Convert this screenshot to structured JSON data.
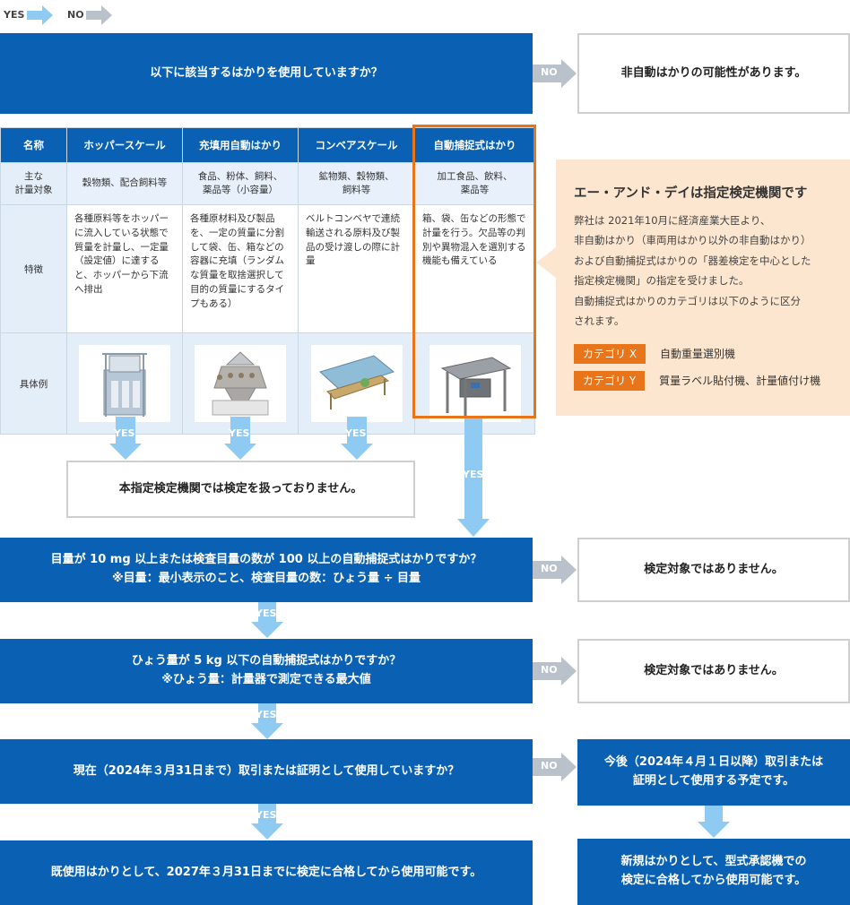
{
  "legend": {
    "yes": "YES",
    "no": "NO"
  },
  "colors": {
    "primary_blue": "#0a61b3",
    "light_blue": "#8fcaf3",
    "gray_arrow": "#b9c2cb",
    "orange": "#e8751a",
    "peach": "#fde6cf"
  },
  "q1": {
    "text": "以下に該当するはかりを使用していますか？",
    "no_label": "NO",
    "no_result": "非自動はかりの可能性があります。"
  },
  "table": {
    "headers": [
      "名称",
      "ホッパースケール",
      "充填用自動はかり",
      "コンベアスケール",
      "自動捕捉式はかり"
    ],
    "row_labels": [
      "主な\n計量対象",
      "特徴",
      "具体例"
    ],
    "targets": [
      "穀物類、配合飼料等",
      "食品、粉体、飼料、\n薬品等（小容量）",
      "鉱物類、穀物類、\n飼料等",
      "加工食品、飲料、\n薬品等"
    ],
    "features": [
      "各種原料等をホッパーに流入している状態で質量を計量し、一定量（設定値）に達すると、ホッパーから下流へ排出",
      "各種原材料及び製品を、一定の質量に分割して袋、缶、箱などの容器に充填（ランダムな質量を取捨選択して目的の質量にするタイプもある）",
      "ベルトコンベヤで連続輸送される原料及び製品の受け渡しの際に計量",
      "箱、袋、缶などの形態で計量を行う。欠品等の判別や異物混入を選別する機能も備えている"
    ],
    "images": [
      "hopper-scale-icon",
      "combination-weigher-icon",
      "conveyor-scale-icon",
      "checkweigher-icon"
    ]
  },
  "yes_labels": [
    "YES",
    "YES",
    "YES",
    "YES"
  ],
  "not_handled": "本指定検定機関では検定を扱っておりません。",
  "info_panel": {
    "title": "エー・アンド・デイは指定検定機関です",
    "body": [
      "弊社は 2021年10月に経済産業大臣より、",
      "非自動はかり（車両用はかり以外の非自動はかり）",
      "および自動捕捉式はかりの「器差検定を中心とした",
      "指定検定機関」の指定を受けました。",
      "自動捕捉式はかりのカテゴリは以下のように区分",
      "されます。"
    ],
    "categories": [
      {
        "badge": "カテゴリ X",
        "text": "自動重量選別機"
      },
      {
        "badge": "カテゴリ Y",
        "text": "質量ラベル貼付機、計量値付け機"
      }
    ]
  },
  "q2": {
    "line1": "目量が 10 mg 以上または検査目量の数が 100 以上の自動捕捉式はかりですか？",
    "line2": "※目量：最小表示のこと、検査目量の数：ひょう量 ÷ 目量",
    "no_label": "NO",
    "no_result": "検定対象ではありません。",
    "yes_label": "YES"
  },
  "q3": {
    "line1": "ひょう量が 5 kg 以下の自動捕捉式はかりですか？",
    "line2": "※ひょう量：計量器で測定できる最大値",
    "no_label": "NO",
    "no_result": "検定対象ではありません。",
    "yes_label": "YES"
  },
  "q4": {
    "text": "現在（2024年３月31日まで）取引または証明として使用していますか？",
    "no_label": "NO",
    "no_result_line1": "今後（2024年４月１日以降）取引または",
    "no_result_line2": "証明として使用する予定です。",
    "yes_label": "YES"
  },
  "result_existing": "既使用はかりとして、2027年３月31日までに検定に合格してから使用可能です。",
  "result_new": {
    "line1": "新規はかりとして、型式承認機での",
    "line2": "検定に合格してから使用可能です。"
  }
}
